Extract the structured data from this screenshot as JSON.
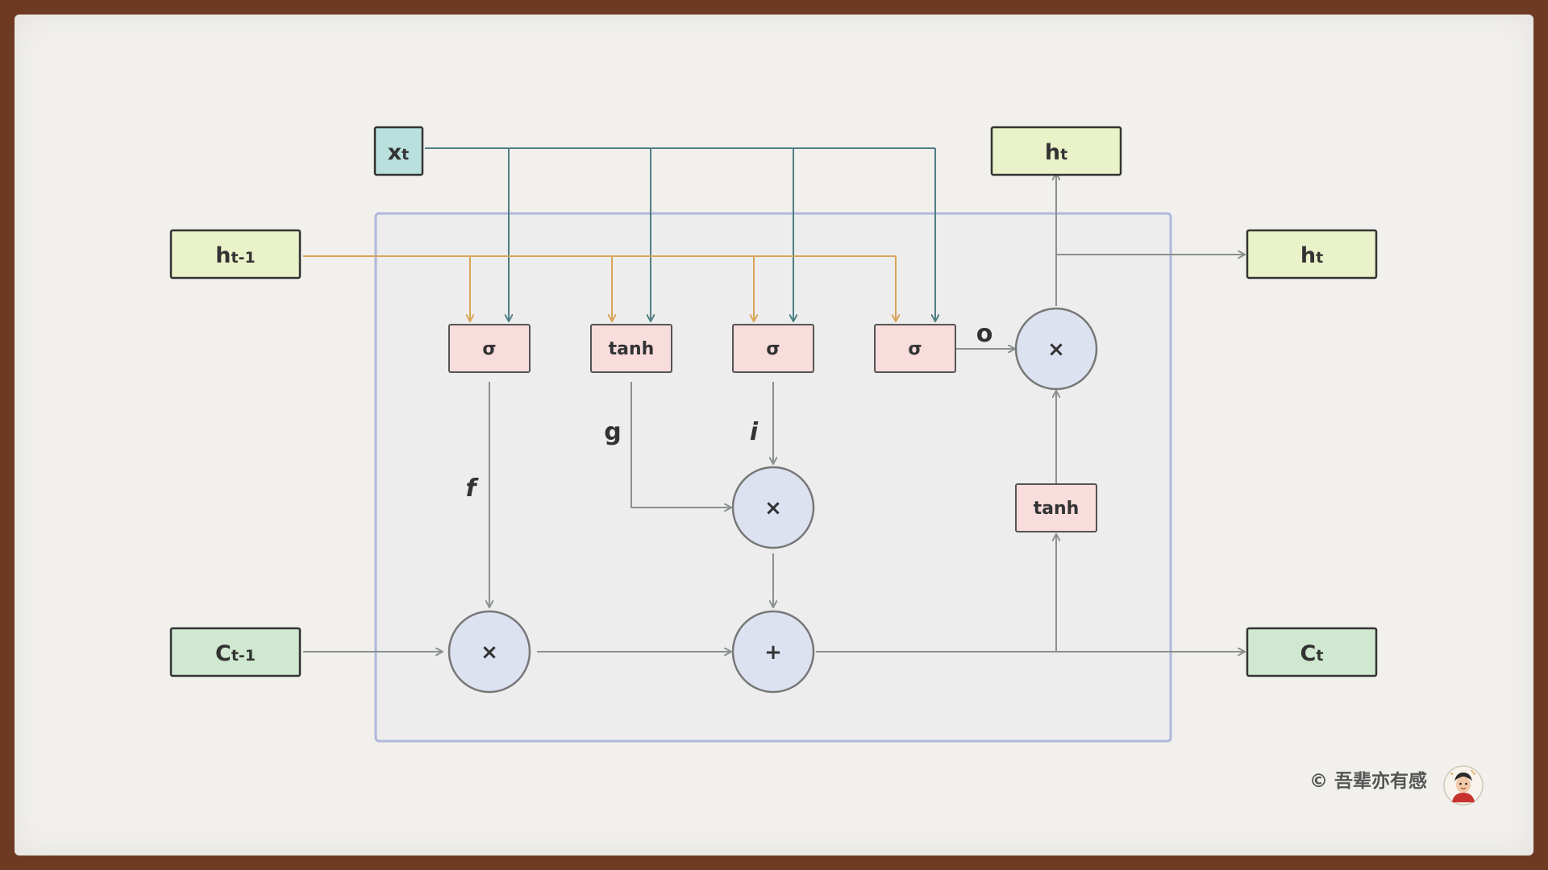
{
  "inputs": {
    "x_t": {
      "base": "x",
      "sub": "t"
    },
    "h_prev": {
      "base": "h",
      "sub": "t-1"
    },
    "c_prev": {
      "base": "C",
      "sub": "t-1"
    }
  },
  "outputs": {
    "h_t_top": {
      "base": "h",
      "sub": "t"
    },
    "h_t_right": {
      "base": "h",
      "sub": "t"
    },
    "c_t": {
      "base": "C",
      "sub": "t"
    }
  },
  "gates": {
    "forget": "σ",
    "candidate": "tanh",
    "input": "σ",
    "output": "σ",
    "cell_tanh": "tanh"
  },
  "operators": {
    "forget_mult": "×",
    "input_mult": "×",
    "cell_add": "+",
    "output_mult": "×"
  },
  "signal_labels": {
    "f": "f",
    "g": "g",
    "i": "i",
    "o": "o"
  },
  "credit": "© 吾辈亦有感",
  "colors": {
    "x_box": "#b9e0dd",
    "h_box": "#e9f2c8",
    "c_box": "#cfe8cf",
    "gate_box": "#f9dcdc",
    "operator_circle": "#dde2f1",
    "cell_border": "#aeb8dc",
    "x_line": "#4f7f84",
    "h_line": "#d8a55a",
    "flow_line": "#8a918d"
  }
}
